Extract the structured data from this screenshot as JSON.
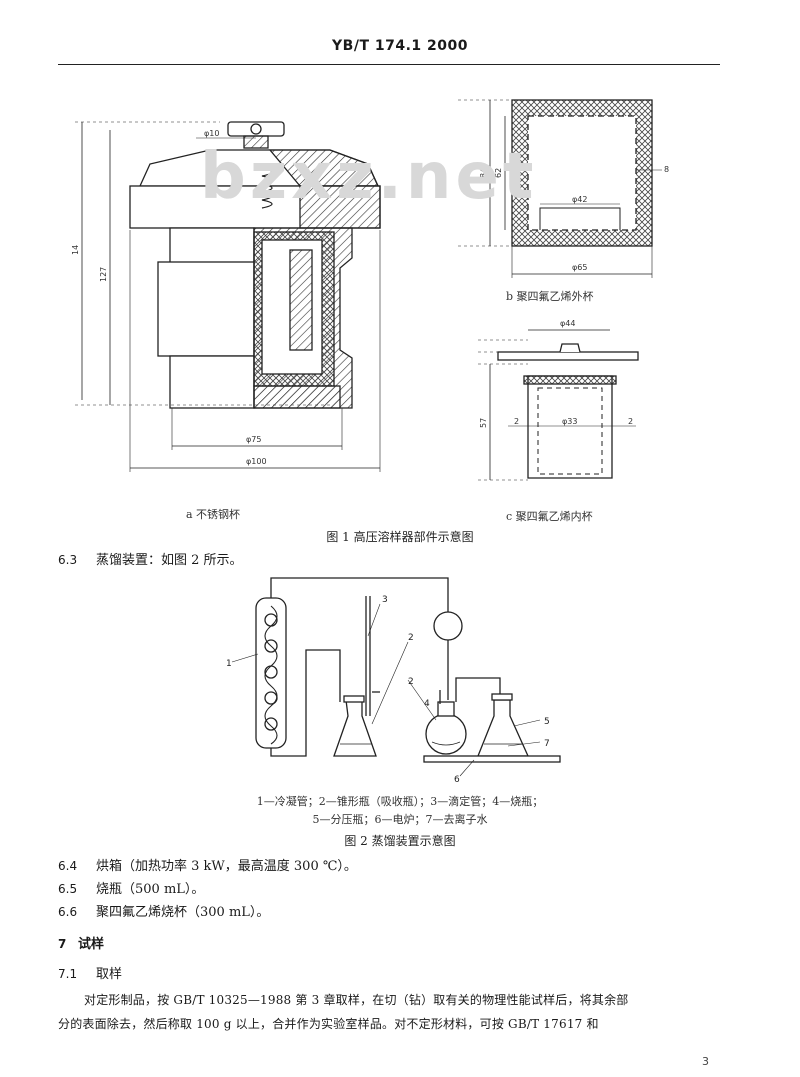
{
  "header": {
    "standard_code": "YB/T 174.1 2000"
  },
  "figure1": {
    "a": {
      "dim_top": "φ10",
      "dim_height_1": "14",
      "dim_height_2": "127",
      "dim_width_inner": "φ75",
      "dim_width_outer": "φ100",
      "caption": "a  不锈钢杯"
    },
    "b": {
      "dim_height_1": "84",
      "dim_height_2": "62",
      "dim_side": "8",
      "dim_inner": "φ42",
      "dim_width": "φ65",
      "caption": "b  聚四氟乙烯外杯"
    },
    "c": {
      "dim_top": "φ44",
      "dim_height": "57",
      "dim_left": "2",
      "dim_right": "2",
      "dim_inner": "φ33",
      "caption": "c  聚四氟乙烯内杯"
    },
    "title": "图 1  高压溶样器部件示意图"
  },
  "section_6_3": {
    "num": "6.3",
    "text": "蒸馏装置：如图 2 所示。"
  },
  "figure2": {
    "labels": [
      "1",
      "2",
      "3",
      "2",
      "4",
      "5",
      "7",
      "6"
    ],
    "legend_line1": "1—冷凝管；2—锥形瓶（吸收瓶）；3—滴定管；4—烧瓶；",
    "legend_line2": "5—分压瓶；6—电炉；7—去离子水",
    "title": "图 2  蒸馏装置示意图"
  },
  "items": [
    {
      "num": "6.4",
      "text": "烘箱（加热功率 3 kW，最高温度 300 ℃）。"
    },
    {
      "num": "6.5",
      "text": "烧瓶（500 mL）。"
    },
    {
      "num": "6.6",
      "text": "聚四氟乙烯烧杯（300 mL）。"
    }
  ],
  "section7": {
    "num": "7",
    "title": "试样"
  },
  "section7_1": {
    "num": "7.1",
    "title": "取样",
    "para_line1": "对定形制品，按 GB/T 10325—1988 第 3 章取样，在切（钻）取有关的物理性能试样后，将其余部",
    "para_line2": "分的表面除去，然后称取 100 g 以上，合并作为实验室样品。对不定形材料，可按 GB/T 17617 和"
  },
  "watermark": "bzxz.net",
  "page_number": "3"
}
